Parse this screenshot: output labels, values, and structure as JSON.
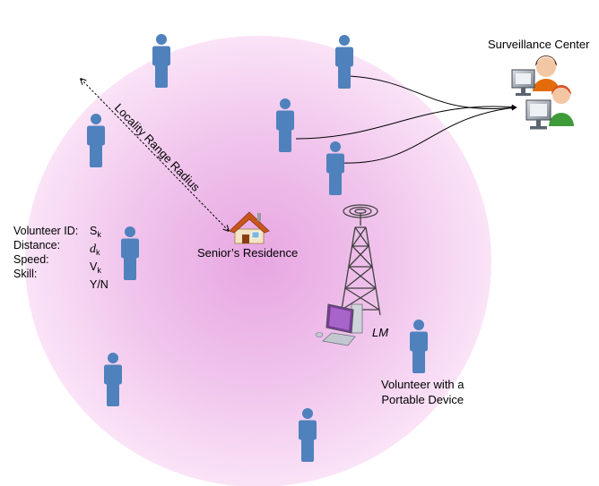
{
  "labels": {
    "surveillance_center": "Surveillance Center",
    "locality_radius": "Locality Range Radius",
    "senior_residence": "Senior’s Residence",
    "lm": "LM",
    "volunteer_line1": "Volunteer with a",
    "volunteer_line2": "Portable Device"
  },
  "volunteer_info": {
    "id_label": "Volunteer ID:",
    "id_value": "S",
    "id_sub": "k",
    "distance_label": "Distance:",
    "distance_value": "d",
    "distance_sub": "k",
    "speed_label": "Speed:",
    "speed_value": "V",
    "speed_sub": "k",
    "skill_label": "Skill:",
    "skill_value": "Y/N"
  },
  "colors": {
    "person": "#4f81bd",
    "region_center": "#e7a6e1",
    "region_edge": "#fae3f7",
    "tower": "#404040"
  },
  "icons": [
    "person-icon",
    "house-icon",
    "radio-tower-icon",
    "computer-icon",
    "operator-workstation-icon"
  ]
}
